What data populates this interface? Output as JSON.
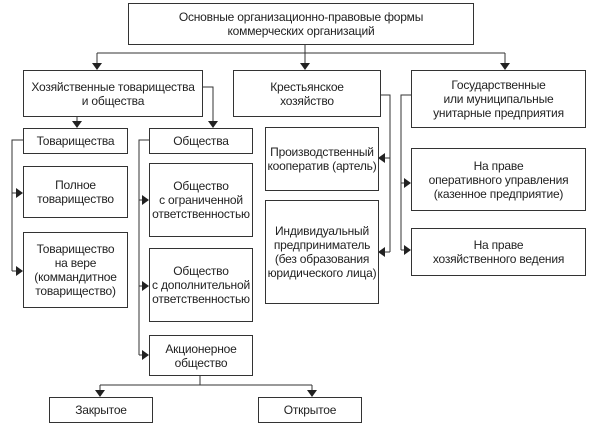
{
  "title": "Основные организационно-правовые формы\nкоммерческих организаций",
  "nodes": {
    "business": "Хозяйственные товарищества\nи общества",
    "farm": "Крестьянское\nхозяйство",
    "state": "Государственные\nили муниципальные\nунитарные предприятия",
    "partnerships": "Товарищества",
    "companies": "Общества",
    "full": "Полное\nтоварищество",
    "limited_partnership": "Товарищество\nна вере\n(коммандитное\nтоварищество)",
    "llc": "Общество\nс ограниченной\nответственностью",
    "alc": "Общество\nс дополнительной\nответственностью",
    "jsc": "Акционерное\nобщество",
    "closed": "Закрытое",
    "open": "Открытое",
    "coop": "Производственный\nкооператив (артель)",
    "entrepreneur": "Индивидуальный\nпредприниматель\n(без образования\nюридического лица)",
    "operational": "На праве\nоперативного управления\n(казенное предприятие)",
    "economic": "На праве\nхозяйственного ведения"
  }
}
